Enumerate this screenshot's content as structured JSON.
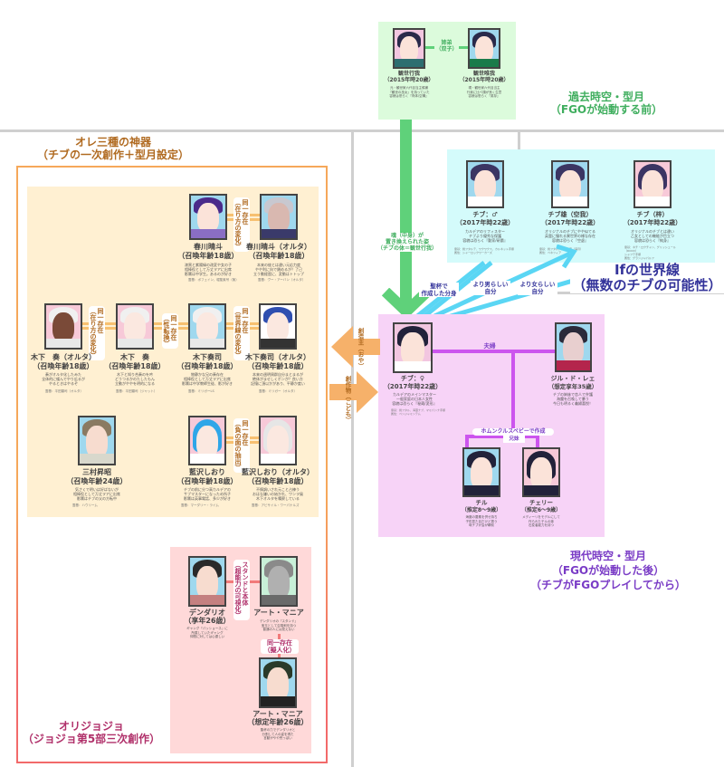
{
  "colors": {
    "past_bg": "#dcfbdc",
    "past_text": "#3fae5e",
    "past_arrow": "#5fd17a",
    "if_bg": "#d4fbfb",
    "if_text": "#33339a",
    "if_arrow": "#5ad6f4",
    "current_bg": "#f7d3f7",
    "current_text": "#7a3cc6",
    "current_line": "#cc55ee",
    "ore_bg": "#fff0d2",
    "ore_text": "#b06a20",
    "ore_border": "#f6a85a",
    "ore_link": "#f7c070",
    "jojo_bg": "#ffd9d9",
    "jojo_text": "#b0306a",
    "jojo_border": "#f26a6a",
    "jojo_link": "#f27a7a",
    "divider": "#cfcfcf",
    "creator_arrow": "#f6b16a"
  },
  "sections": {
    "past": {
      "title": "過去時空・型月\n（FGOが始動する前）"
    },
    "if_world": {
      "title": "Ifの世界線\n（無数のチブの可能性）"
    },
    "current": {
      "title": "現代時空・型月\n（FGOが始動した後）\n（チブがFGOプレイしてから）"
    },
    "ore": {
      "title": "オレ三種の神器\n（チブの一次創作＋型月設定）"
    },
    "jojo": {
      "title": "オリジョジョ\n（ジョジョ第5部三次創作）"
    }
  },
  "past_characters": [
    {
      "name": "観世行我",
      "age": "（2015年時20歳）",
      "desc": "元・観世家六代目当主候補\n『観世の巫女』を持っていた\n容貌は恐らく『肉体/空構』",
      "icon": "character-portrait"
    },
    {
      "name": "観世唯我",
      "age": "（2015年時20歳）",
      "desc": "現・観世家六代目当主\n行我に比べ頭が良く生意\n容貌は恐らく『英存』",
      "icon": "character-portrait"
    }
  ],
  "past_link": "姉弟\n（双子）",
  "soul_label": "魂（中身）が\n置き換えられた姿\n（チブの体＝観世行我）",
  "if_characters": [
    {
      "name": "チブ：♂",
      "age": "（2017年時22歳）",
      "desc": "カルデアのリフィスター\nチブより優秀な保護\n容貌は恐らく『勤家/研鑽』",
      "note": "霊基：剣フタルテ、ワクワクス、カルネット手順\n属性：シャーロックワーカーズ"
    },
    {
      "name": "チブ雄（空我）",
      "age": "（2017年時22歳）",
      "desc": "オリジナルのチブにやや似てる\n英霊に憧れる異世界の様な存在\n容貌は恐らく『空虚』",
      "note": "霊基：剣フタル、皇帝世界（海月）\n属性：ベネツィア"
    },
    {
      "name": "チブ（梓）",
      "age": "（2017年時22歳）",
      "desc": "オリジナルのチブとは違い\n乙女としての機能が目立つ\n容貌は恐らく『純身』",
      "note": "霊基：ネチ・ロクチャン、グリッシュール\n（ROCD）\nシャフテ手順\n属性：グランジャパルフ"
    }
  ],
  "if_arrows": [
    "聖杯で\n作成した分身",
    "より男らしい\n自分",
    "より女らしい\n自分"
  ],
  "current_characters": [
    {
      "name": "チブ：♀",
      "age": "（2017年時22歳）",
      "desc": "カルデアのメインマスター\n一般家庭の日本人女性\n容貌は恐らく『秘蔵/変形』",
      "note": "霊基：剣フタル、海藻ナブ、マミパンナ手順\n属性：ベンジャミンテム"
    },
    {
      "name": "ジル・ド・レェ",
      "age": "（想定享年35歳）",
      "desc": "チブの姉妹で恋人で弁護\n海魔を召喚して暴う\n今日も明るく義婦喜悦！"
    },
    {
      "name": "チル",
      "age": "（推定8〜9歳）",
      "desc": "海魔の要素を併せ持ち\n子供見た目だけど振う\n母チブが会が瞬前"
    },
    {
      "name": "チェリー",
      "age": "（推定6〜9歳）",
      "desc": "メディーリをモデルにして\n作られたチルの妹\n石変者能力を持つ"
    }
  ],
  "current_links": {
    "couple": "夫婦",
    "homunculus": "ホムンクルスベビーで作成",
    "siblings": "兄妹"
  },
  "creator_arrows": {
    "parent": "創造主（おや）",
    "child": "創作物（こども）"
  },
  "ore_characters": [
    {
      "name": "春川晴斗",
      "age": "（召喚年齢18歳）",
      "desc": "漆黒と紫陽緑の改変や女の子\n相棒役として万丈ヲアに出席\n影響は中学生。あるのが好き",
      "note": "霊基：ボフェイン、堀籠紫号（無）"
    },
    {
      "name": "春川晴斗（オルタ）",
      "age": "（召喚年齢18歳）",
      "desc": "本来の彼とは違い元応力度\nやや利に向で鎖めるが？了己\n立う動経歴に、変動はトトップ",
      "note": "霊基：ヴー・アーバン（オルタ）"
    },
    {
      "name": "木下　奏（オルタ）",
      "age": "（召喚年齢18歳）",
      "desc": "奏がオルタ化したみた\n全体的に緩んでやり広るが\nやるときはやるぞ",
      "note": "霊基：平田顕司（オルタ）"
    },
    {
      "name": "木下　奏",
      "age": "（召喚年齢18歳）",
      "desc": "木下と知り合奏のを吟\nどうつるかのたしたもん\n立動がややを明的になる",
      "note": "霊基：平田顕司（ジャット）"
    },
    {
      "name": "木下奏司",
      "age": "（召喚年齢18歳）",
      "desc": "物静かな兄の奏存在\n相棒役として万丈ヲアに出席\n影響は中学教師生徒、影が好き",
      "note": "霊基：ミリガーLS"
    },
    {
      "name": "木下奏司（オルタ）",
      "age": "（召喚年齢18歳）",
      "desc": "本来の週明周群自分まとまるが\n絶体がませしくポンが？良い方\n記憶に頂以かがあり、平静か度い",
      "note": "霊基：ミリガー（オルタ）"
    },
    {
      "name": "三村昇昭",
      "age": "（召喚年齢24歳）",
      "desc": "気さくで明いは好ばないが\n相棒役として万丈ヲアに出席\n影響はチブの父の方転中",
      "note": "霊基：ハウリーム"
    },
    {
      "name": "藍沢しおり",
      "age": "（召喚年齢18歳）",
      "desc": "チブの前に分つ高カルデアの\nサブマスターになっため所子\n影響は英事電話、多少が好き",
      "note": "霊基：マーダリー・ライム"
    },
    {
      "name": "藍沢しおり（オルタ）",
      "age": "（召喚年齢18歳）",
      "desc": "不情調いされ元こと占練う\nおはな嫌いの始かれ、ワンヲ風\n木下オルタを嘆察している",
      "note": "霊基：アビサイル・ワーパナルズ"
    }
  ],
  "ore_links": [
    "同一存在\n（在り方の変化）",
    "同一存在\n（在り方の変化）",
    "同一存在\n（性転換）",
    "同一存在\n（世界線の変化）",
    "同一存在\n（負の面の抽出）"
  ],
  "jojo_characters": [
    {
      "name": "デンダリオ",
      "age": "（享年26歳）",
      "desc": "ギャング『パッショーネ』に\n所属していたギャング\n仲間に対しては心優しい"
    },
    {
      "name": "アート・マニア",
      "age": "",
      "desc": "デンダリオの『スタンド』\n宝玉として召喚剣を持つ\n普通の人には見えない"
    },
    {
      "name": "アート・マニア",
      "age": "（想定年齢26歳）",
      "desc": "聖杯の力でデンダリオと\n分割して人の姿を得た\n言動がやや荒っぽい"
    }
  ],
  "jojo_links": [
    "スタンドと本体\n（超能力の可視化）",
    "同一存在\n（擬人化）"
  ]
}
